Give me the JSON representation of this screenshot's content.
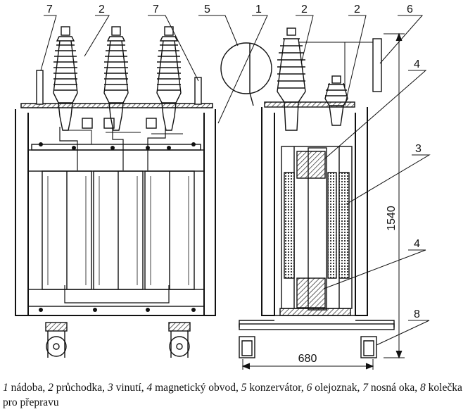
{
  "callouts": {
    "c7a": "7",
    "c2a": "2",
    "c7b": "7",
    "c5": "5",
    "c1": "1",
    "c2b": "2",
    "c2c": "2",
    "c6": "6",
    "c4a": "4",
    "c3": "3",
    "c4b": "4",
    "c8": "8"
  },
  "dimensions": {
    "height": "1540",
    "width": "680"
  },
  "caption": [
    {
      "num": "1",
      "text": " nádoba, "
    },
    {
      "num": "2",
      "text": " průchodka, "
    },
    {
      "num": "3",
      "text": " vinutí, "
    },
    {
      "num": "4",
      "text": " magnetický obvod, "
    },
    {
      "num": "5",
      "text": " konzervátor, "
    },
    {
      "num": "6",
      "text": " olejoznak, "
    },
    {
      "num": "7",
      "text": " nosná oka, "
    },
    {
      "num": "8",
      "text": " kolečka pro přepravu"
    }
  ]
}
